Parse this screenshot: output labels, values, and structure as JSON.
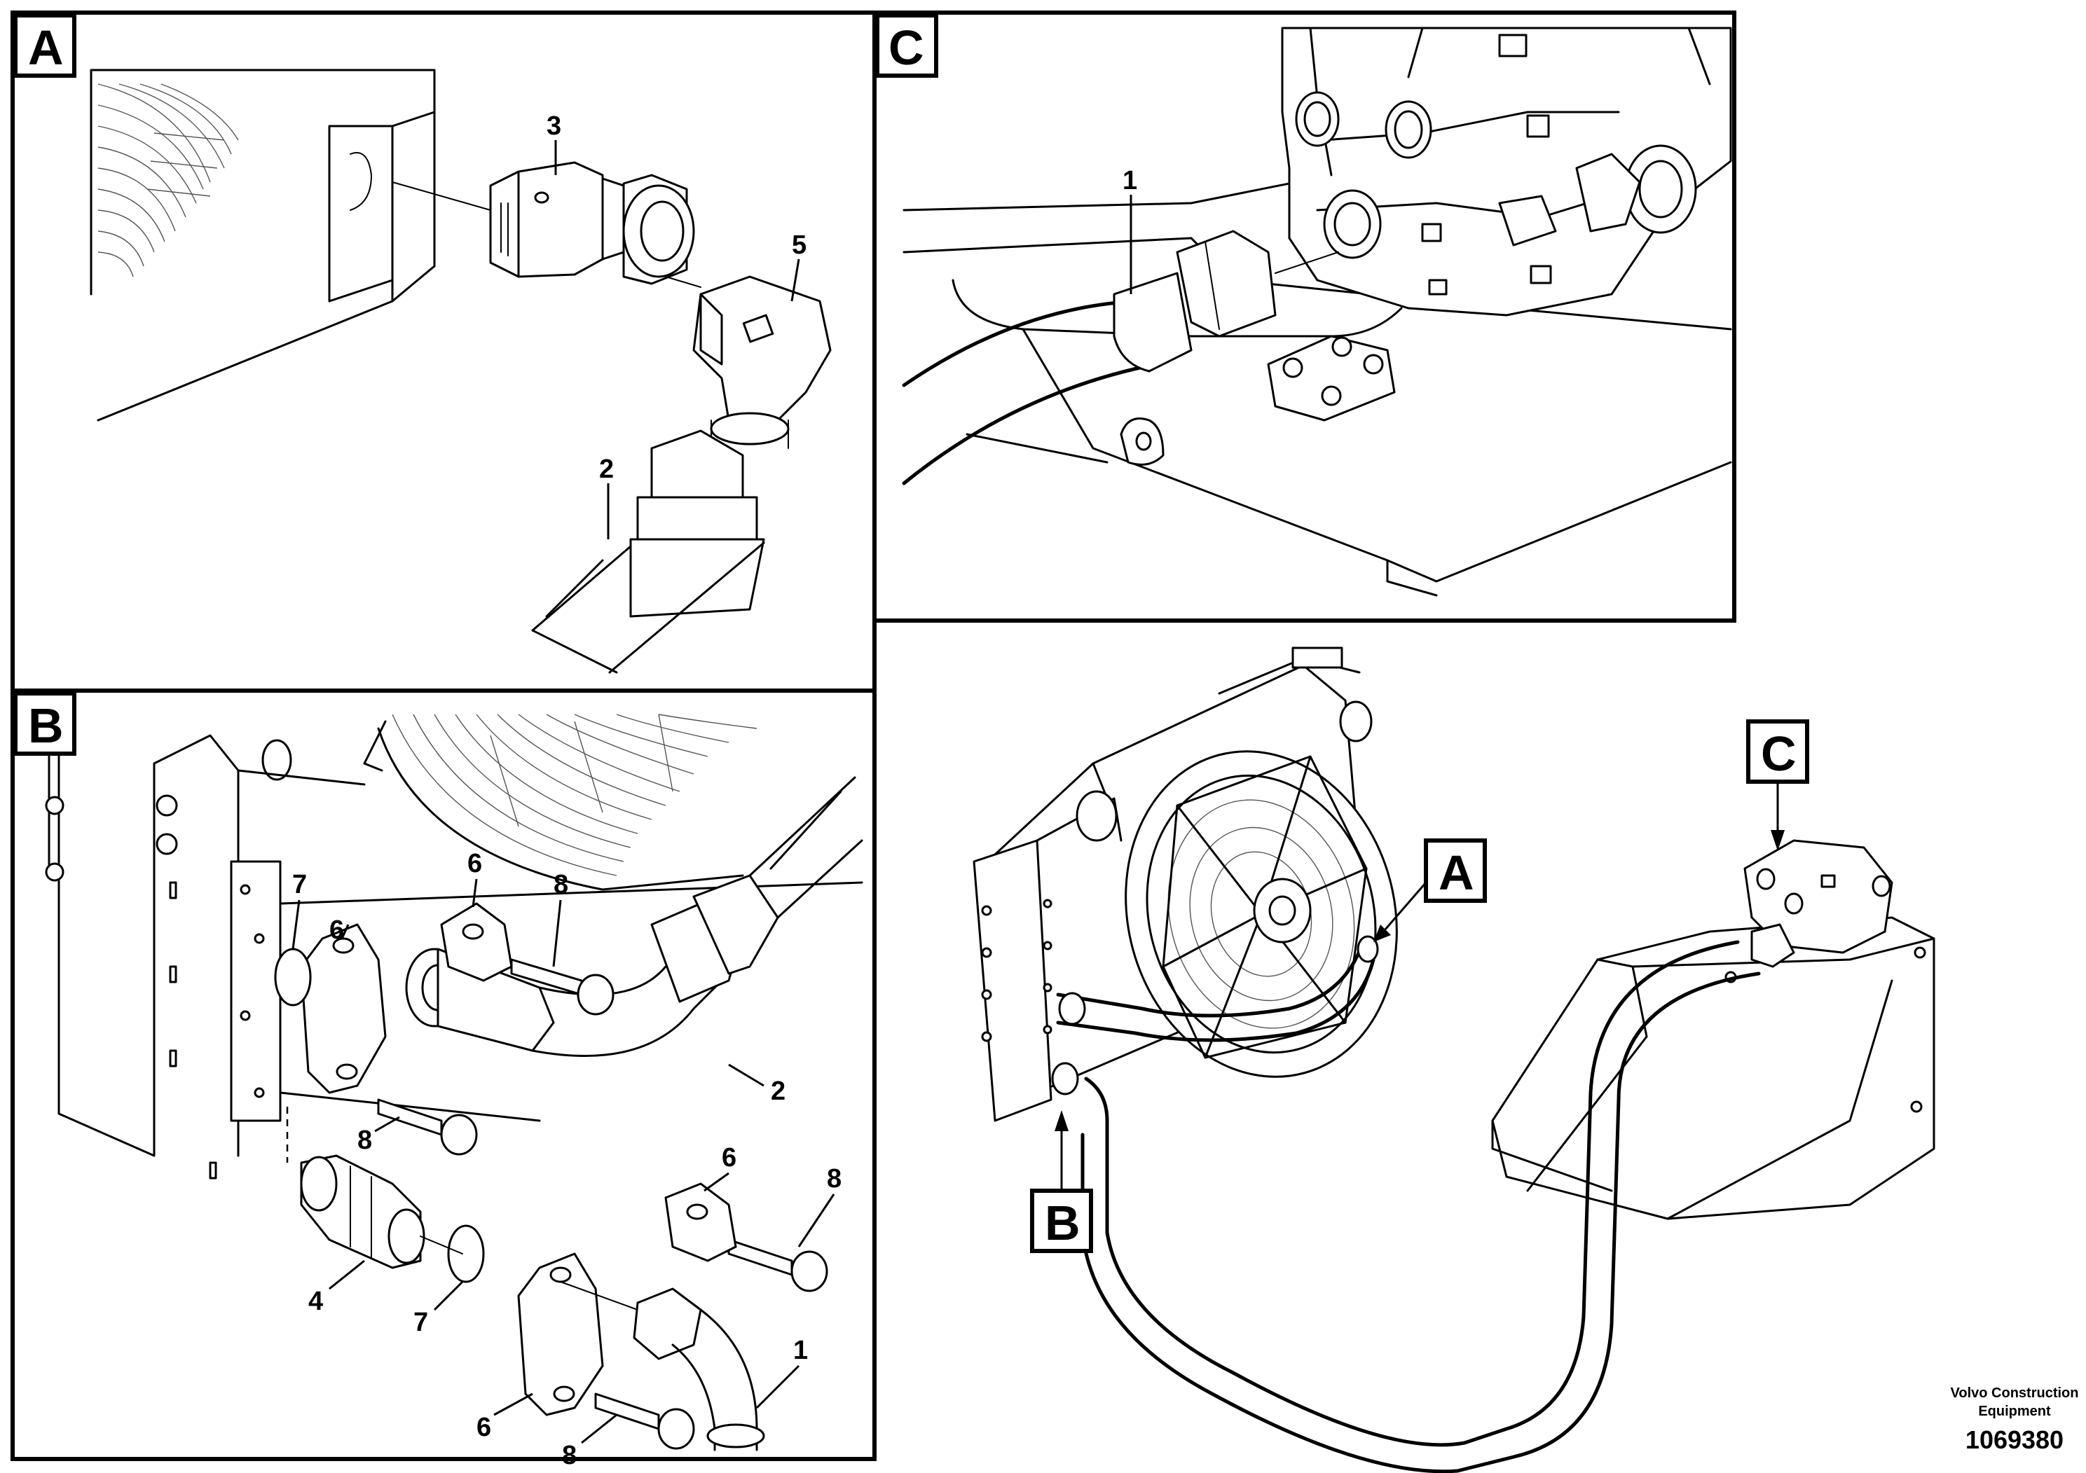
{
  "panels": {
    "a": {
      "letter": "A",
      "callouts": [
        "3",
        "5",
        "2"
      ]
    },
    "b": {
      "letter": "B",
      "callouts": [
        "7",
        "6",
        "6",
        "8",
        "2",
        "8",
        "6",
        "8",
        "4",
        "7",
        "1",
        "6",
        "8"
      ]
    },
    "c": {
      "letter": "C",
      "callouts": [
        "1"
      ]
    }
  },
  "overview": {
    "pointers": [
      "A",
      "B",
      "C"
    ]
  },
  "footer": {
    "brand_line1": "Volvo Construction",
    "brand_line2": "Equipment",
    "doc_number": "1069380"
  }
}
